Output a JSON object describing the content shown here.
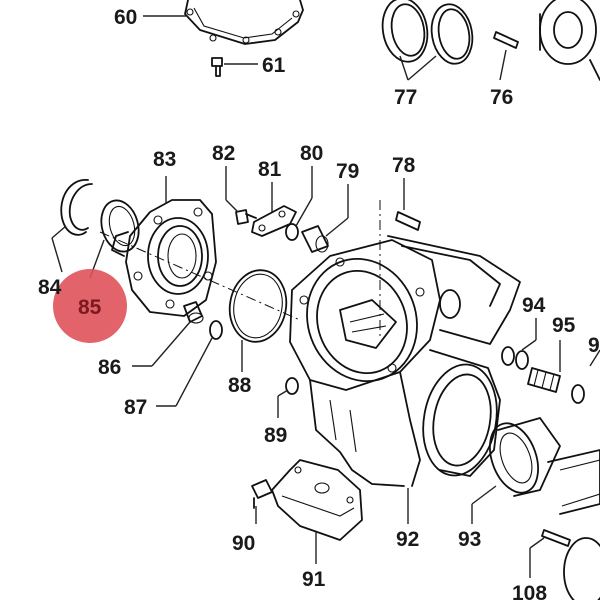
{
  "diagram": {
    "highlight_color": "#e0525a",
    "highlighted_part": "85",
    "labels": {
      "p60": "60",
      "p61": "61",
      "p77": "77",
      "p76": "76",
      "p83": "83",
      "p82": "82",
      "p81": "81",
      "p80": "80",
      "p79": "79",
      "p78": "78",
      "p84": "84",
      "p85": "85",
      "p94": "94",
      "p95": "95",
      "p9x": "9",
      "p86": "86",
      "p87": "87",
      "p88": "88",
      "p89": "89",
      "p90": "90",
      "p91": "91",
      "p92": "92",
      "p93": "93",
      "p108": "108"
    }
  }
}
